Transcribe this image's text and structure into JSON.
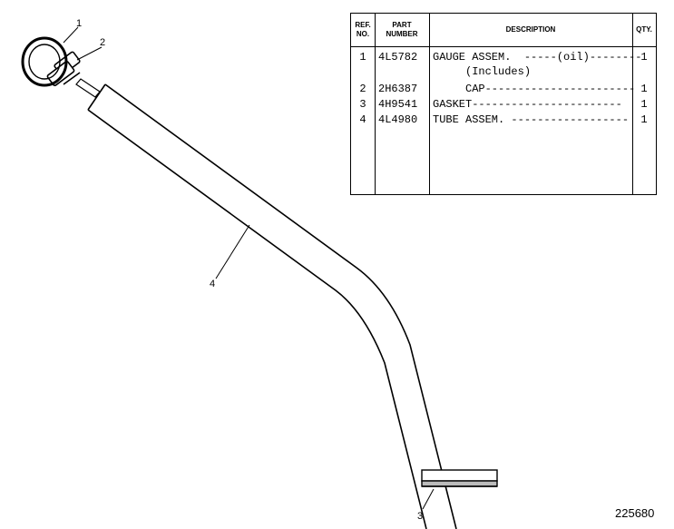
{
  "table": {
    "headers": {
      "ref_line1": "REF.",
      "ref_line2": "NO.",
      "part_line1": "PART",
      "part_line2": "NUMBER",
      "description": "DESCRIPTION",
      "qty": "QTY."
    },
    "rows": [
      {
        "ref": "1",
        "part": "4L5782",
        "description": "GAUGE ASSEM.  -----(oil)--------",
        "qty": "1"
      },
      {
        "ref": "",
        "part": "",
        "description": "     (Includes)",
        "qty": ""
      },
      {
        "ref": "2",
        "part": "2H6387",
        "description": "     CAP-----------------------",
        "qty": "1"
      },
      {
        "ref": "3",
        "part": "4H9541",
        "description": "GASKET-----------------------",
        "qty": "1"
      },
      {
        "ref": "4",
        "part": "4L4980",
        "description": "TUBE ASSEM. ------------------",
        "qty": "1"
      }
    ]
  },
  "callouts": {
    "c1": "1",
    "c2": "2",
    "c3": "3",
    "c4": "4"
  },
  "drawing_number": "225680"
}
